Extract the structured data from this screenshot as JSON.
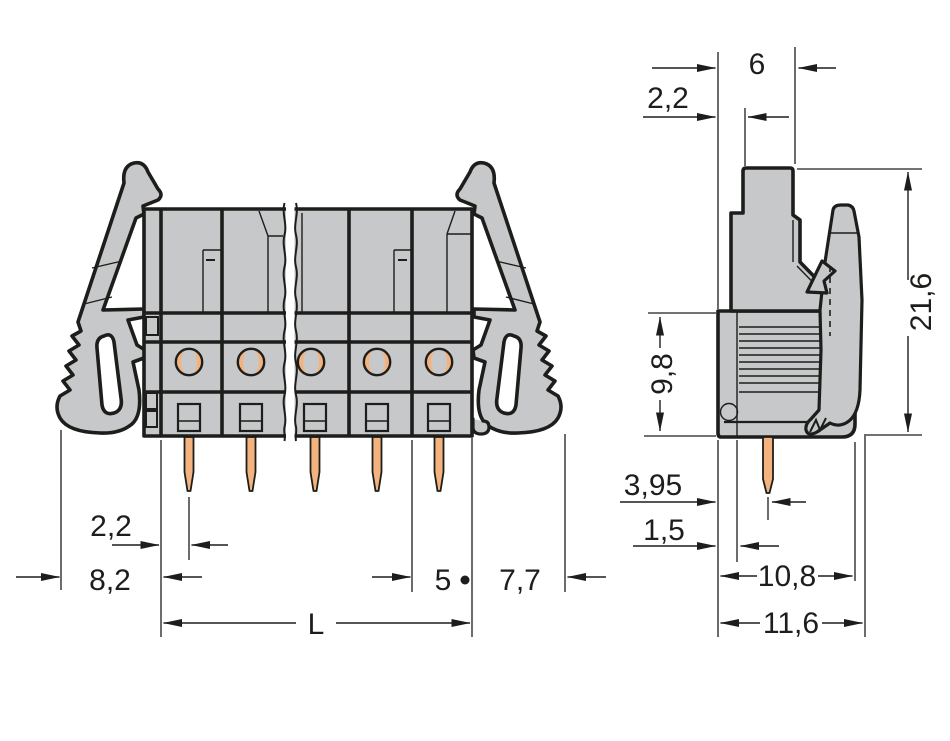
{
  "drawing": {
    "front_view": {
      "dims": {
        "pin_offset": "2,2",
        "left_clearance": "8,2",
        "length": "L",
        "pole_pitch": "5",
        "right_clearance": "7,7"
      }
    },
    "side_view": {
      "dims": {
        "top_offset": "2,2",
        "top_width": "6",
        "total_height": "21,6",
        "body_height": "9,8",
        "pin_position": "3,95",
        "flange_width": "1,5",
        "body_depth": "10,8",
        "total_depth": "11,6"
      }
    },
    "colors": {
      "body": "#c6c8ca",
      "pin": "#f4b37e",
      "outline": "#1d1d1b",
      "dim": "#1d1d1b"
    }
  }
}
